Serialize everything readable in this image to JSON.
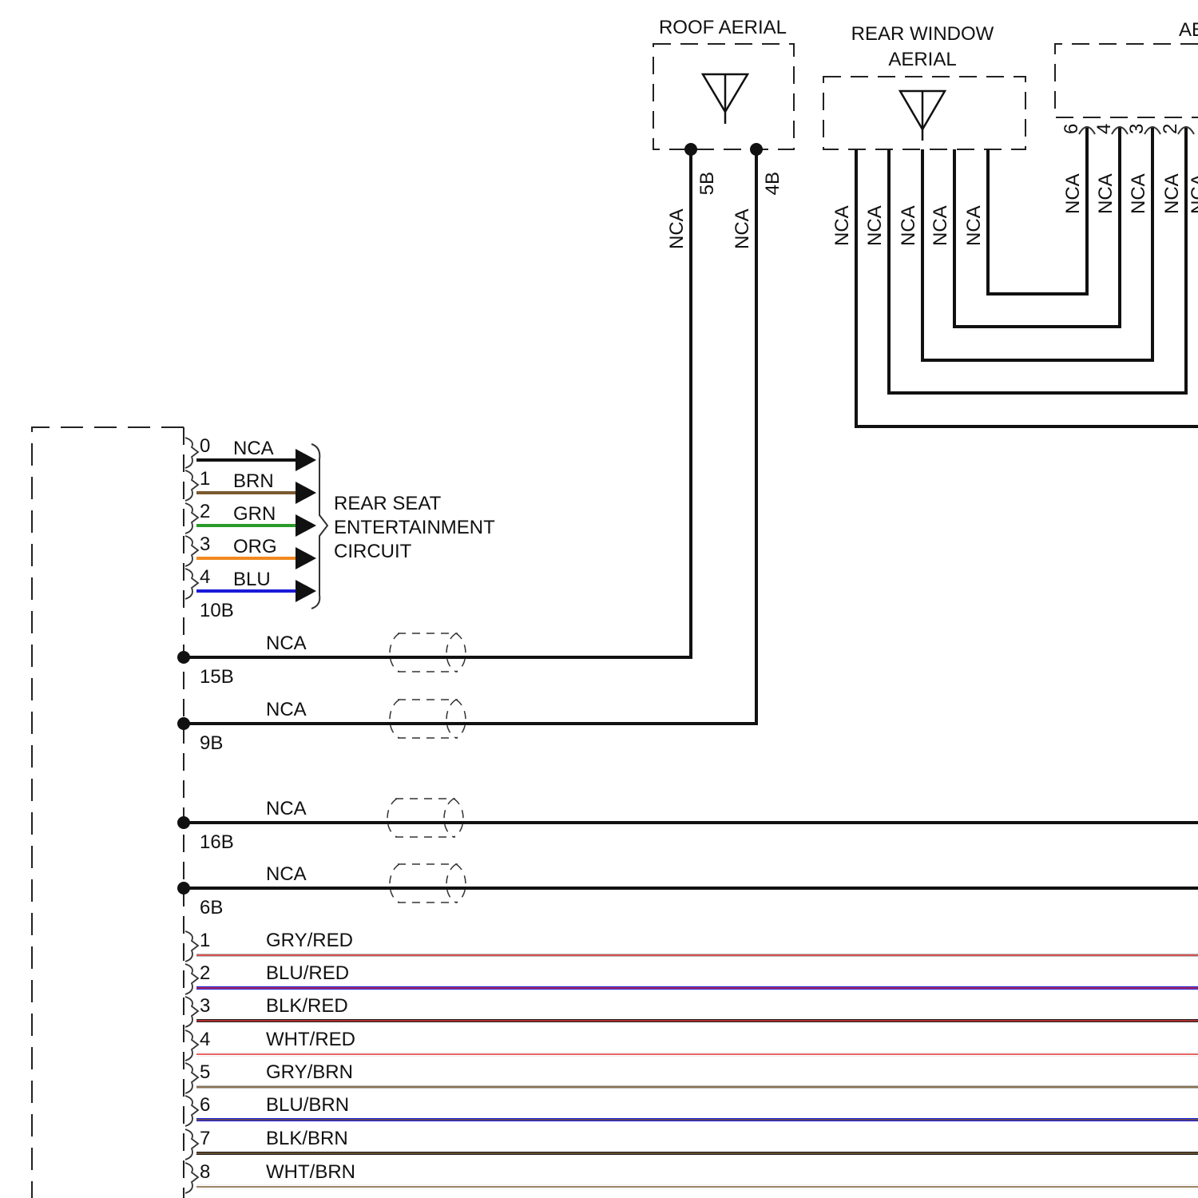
{
  "colors": {
    "wire": "#111111",
    "connector_outline": "#222222",
    "GRY": "#b8b8b8",
    "BLU": "#1a1ad8",
    "BLK": "#222222",
    "WHT": "#ffffff",
    "RED": "#e03030",
    "BRN": "#7a5a30",
    "GRN": "#2a9a2a",
    "ORG": "#f08a20"
  },
  "components": {
    "roof_aerial": {
      "title": "ROOF AERIAL",
      "pins": [
        {
          "pin": "5B",
          "wire": "NCA"
        },
        {
          "pin": "4B",
          "wire": "NCA"
        }
      ]
    },
    "rear_window_aerial": {
      "title_line1": "REAR WINDOW",
      "title_line2": "AERIAL",
      "wires": [
        "NCA",
        "NCA",
        "NCA",
        "NCA",
        "NCA"
      ]
    },
    "right_module": {
      "title_partial": "AE",
      "pins": [
        {
          "pin": "6",
          "wire": "NCA"
        },
        {
          "pin": "4",
          "wire": "NCA"
        },
        {
          "pin": "3",
          "wire": "NCA"
        },
        {
          "pin": "2",
          "wire": "NCA"
        }
      ],
      "partial_label": "NCA"
    }
  },
  "rear_seat_group": {
    "label_lines": [
      "REAR SEAT",
      "ENTERTAINMENT",
      "CIRCUIT"
    ],
    "connector": "10B",
    "wires": [
      {
        "pin": "0",
        "color": "NCA"
      },
      {
        "pin": "1",
        "color": "BRN"
      },
      {
        "pin": "2",
        "color": "GRN"
      },
      {
        "pin": "3",
        "color": "ORG"
      },
      {
        "pin": "4",
        "color": "BLU"
      }
    ]
  },
  "shielded_wires": [
    {
      "label": "NCA",
      "pin": "15B"
    },
    {
      "label": "NCA",
      "pin": "9B"
    },
    {
      "label": "NCA",
      "pin": "16B"
    },
    {
      "label": "NCA",
      "pin": "6B"
    }
  ],
  "colored_wires": [
    {
      "pin": "1",
      "label": "GRY/RED",
      "base": "GRY",
      "stripe": "RED"
    },
    {
      "pin": "2",
      "label": "BLU/RED",
      "base": "BLU",
      "stripe": "RED"
    },
    {
      "pin": "3",
      "label": "BLK/RED",
      "base": "BLK",
      "stripe": "RED"
    },
    {
      "pin": "4",
      "label": "WHT/RED",
      "base": "WHT",
      "stripe": "RED"
    },
    {
      "pin": "5",
      "label": "GRY/BRN",
      "base": "GRY",
      "stripe": "BRN"
    },
    {
      "pin": "6",
      "label": "BLU/BRN",
      "base": "BLU",
      "stripe": "BRN"
    },
    {
      "pin": "7",
      "label": "BLK/BRN",
      "base": "BLK",
      "stripe": "BRN"
    },
    {
      "pin": "8",
      "label": "WHT/BRN",
      "base": "WHT",
      "stripe": "BRN"
    }
  ]
}
